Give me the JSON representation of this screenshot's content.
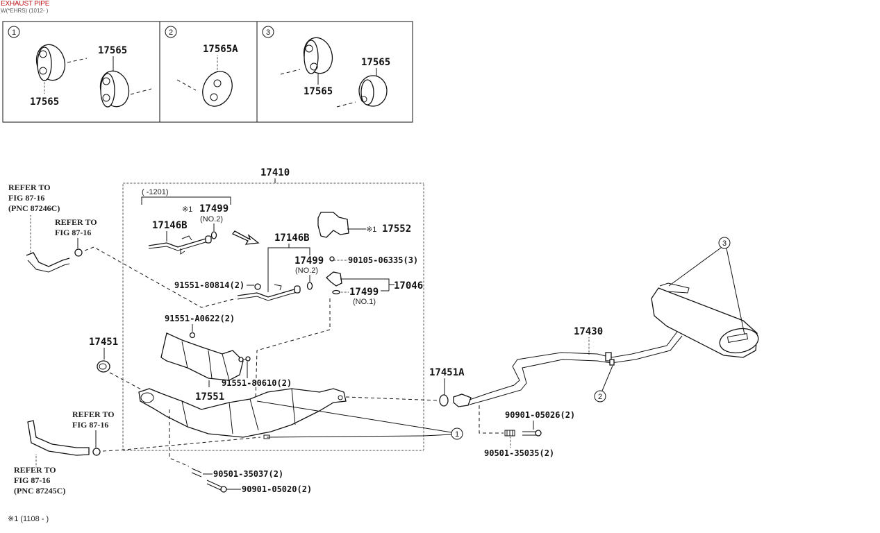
{
  "header": {
    "title": "EXHAUST PIPE",
    "subtitle": "W(*EHRS) (1012- )",
    "title_color": "#c0141a"
  },
  "detail_boxes": [
    {
      "callout": "1",
      "labels": [
        "17565",
        "17565"
      ]
    },
    {
      "callout": "2",
      "labels": [
        "17565A"
      ]
    },
    {
      "callout": "3",
      "labels": [
        "17565",
        "17565"
      ]
    }
  ],
  "group_label": "17410",
  "date_range_bracket": "(     -1201)",
  "parts": {
    "p17499_no2_old": "17499",
    "p17499_no2_old_mark": "※1",
    "p17499_no2_old_sub": "(NO.2)",
    "p17146b_old": "17146B",
    "p17146b_new": "17146B",
    "p17552": "17552",
    "p17552_mark": "※1",
    "p17499_no2_new": "17499",
    "p17499_no2_new_sub": "(NO.2)",
    "p90105": "90105-06335(3)",
    "p17046": "17046",
    "p17499_no1": "17499",
    "p17499_no1_sub": "(NO.1)",
    "p91551_80814": "91551-80814(2)",
    "p91551_a0622": "91551-A0622(2)",
    "p91551_80610": "91551-80610(2)",
    "p17551": "17551",
    "p17451": "17451",
    "p17451a": "17451A",
    "p17430": "17430",
    "p90901_05026": "90901-05026(2)",
    "p90501_35035": "90501-35035(2)",
    "p90501_35037": "90501-35037(2)",
    "p90901_05020": "90901-05020(2)"
  },
  "references": {
    "ref_top_left": [
      "REFER TO",
      "FIG 87-16",
      "(PNC 87246C)"
    ],
    "ref_top_mid": [
      "REFER TO",
      "FIG 87-16"
    ],
    "ref_bottom_mid": [
      "REFER TO",
      "FIG 87-16"
    ],
    "ref_bottom_left": [
      "REFER TO",
      "FIG 87-16",
      "(PNC 87245C)"
    ]
  },
  "callouts": {
    "c1": "1",
    "c2": "2",
    "c3": "3"
  },
  "footnote": "※1 (1108 -       )"
}
